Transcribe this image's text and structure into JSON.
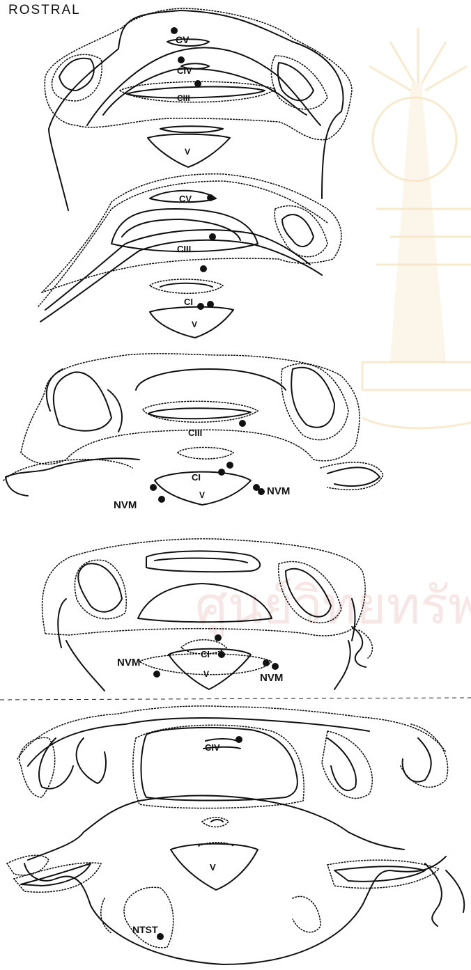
{
  "figure": {
    "orientation_label": "ROSTRAL",
    "watermark_text": "ศูนย์วิทยทรัพยากร จุฬาลงกรณ์มหาวิทยาลัย",
    "ink_color": "#111111",
    "watermark_color": "#f1d9a8"
  },
  "sections": [
    {
      "name": "section-1",
      "labels": [
        "CV",
        "CIV",
        "CIII",
        "V"
      ]
    },
    {
      "name": "section-2",
      "labels": [
        "CV",
        "CIII",
        "CI",
        "V"
      ]
    },
    {
      "name": "section-3",
      "labels": [
        "CIII",
        "CI",
        "NVM",
        "NVM",
        "V"
      ]
    },
    {
      "name": "section-4",
      "labels": [
        "CI",
        "NVM",
        "NVM",
        "V"
      ]
    },
    {
      "name": "section-5",
      "labels": [
        "CIV",
        "V",
        "NTST"
      ]
    }
  ]
}
